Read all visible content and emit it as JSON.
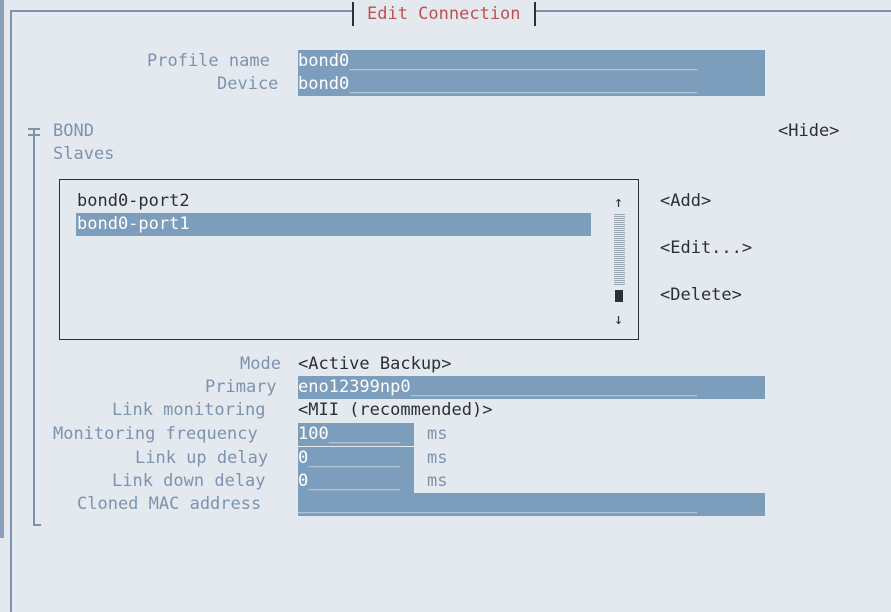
{
  "window": {
    "title": "Edit Connection"
  },
  "profile": {
    "name_label": "Profile name",
    "name_value": "bond0",
    "name_fill": "__________________________________",
    "device_label": "Device",
    "device_value": "bond0",
    "device_fill": "__________________________________"
  },
  "bond": {
    "section_label": "BOND",
    "hide_button": "<Hide>",
    "slaves_label": "Slaves",
    "slaves": [
      "bond0-port2",
      "bond0-port1"
    ],
    "selected_slave_index": 1,
    "scroll_up": "↑",
    "scroll_down": "↓",
    "add_button": "<Add>",
    "edit_button": "<Edit...>",
    "delete_button": "<Delete>",
    "mode_label": "Mode",
    "mode_value": "<Active Backup>",
    "primary_label": "Primary",
    "primary_value": "eno12399np0",
    "primary_fill": "____________________________",
    "link_monitoring_label": "Link monitoring",
    "link_monitoring_value": "<MII (recommended)>",
    "monitoring_frequency_label": "Monitoring frequency",
    "monitoring_frequency_value": "100",
    "monitoring_frequency_fill": "_______",
    "link_up_delay_label": "Link up delay",
    "link_up_delay_value": "0",
    "link_up_delay_fill": "_________",
    "link_down_delay_label": "Link down delay",
    "link_down_delay_value": "0",
    "link_down_delay_fill": "_________",
    "unit_ms": "ms",
    "cloned_mac_label": "Cloned MAC address",
    "cloned_mac_value": "",
    "cloned_mac_fill": "_______________________________________"
  },
  "colors": {
    "label": "#7d93ad",
    "title": "#c0504d",
    "field_bg": "#7d9dbd",
    "background": "#e4e9f0"
  }
}
